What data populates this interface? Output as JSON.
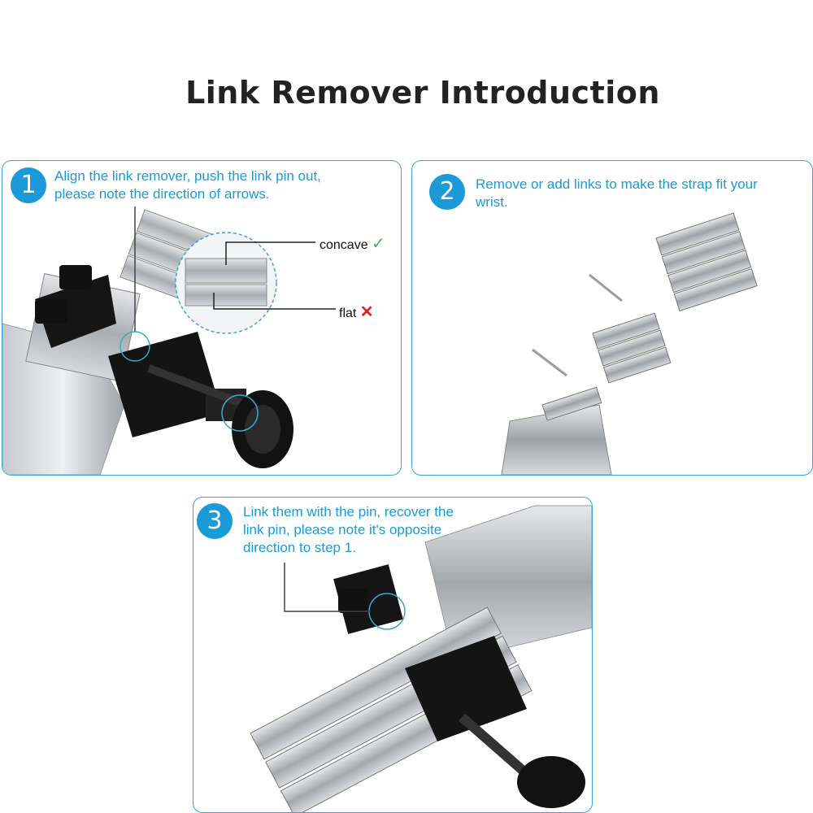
{
  "title": "Link Remover Introduction",
  "steps": [
    {
      "number": "1",
      "text_line1": "Align the link remover, push the link pin out,",
      "text_line2": "please note the direction of arrows."
    },
    {
      "number": "2",
      "text_line1": "Remove or add links to make the strap fit your",
      "text_line2": "wrist."
    },
    {
      "number": "3",
      "text_line1": "Link them with the pin, recover the",
      "text_line2": "link pin, please note it's opposite",
      "text_line3": "direction to step 1."
    }
  ],
  "callouts": {
    "concave": "concave",
    "flat": "flat"
  },
  "colors": {
    "accent": "#1a9ad6",
    "ok": "#3cb34a",
    "bad": "#e02020"
  },
  "icons": {
    "ok": "check-icon",
    "bad": "cross-icon"
  }
}
